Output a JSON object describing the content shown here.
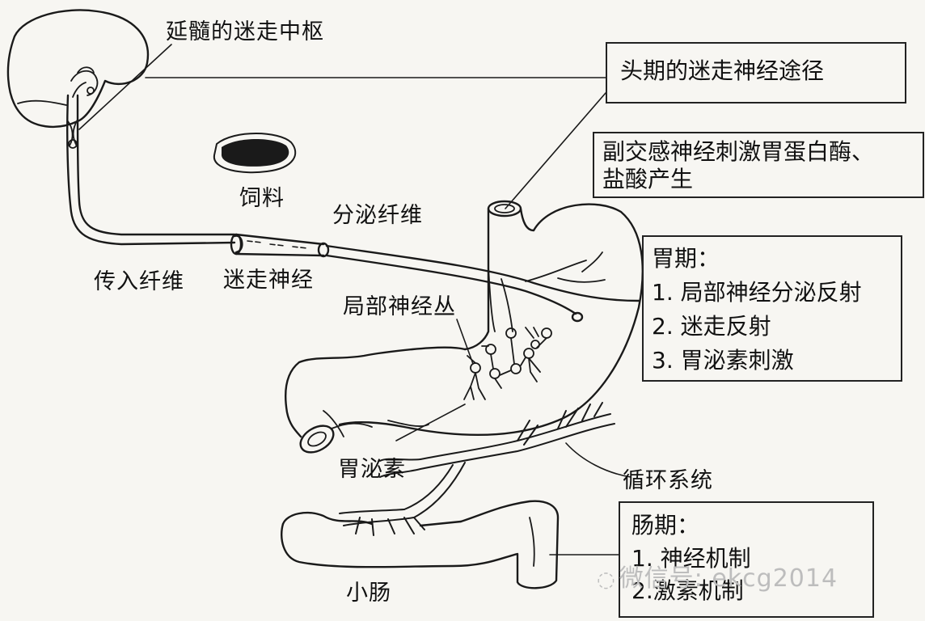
{
  "labels": {
    "medulla_center": "延髓的迷走中枢",
    "feed": "饲料",
    "secretory_fiber": "分泌纤维",
    "afferent_fiber": "传入纤维",
    "vagus_nerve": "迷走神经",
    "local_plexus": "局部神经丛",
    "gastrin": "胃泌素",
    "circulation": "循环系统",
    "small_intestine": "小肠"
  },
  "boxes": {
    "cephalic": {
      "title": "头期的迷走神经途径"
    },
    "parasympathetic": {
      "lines": [
        "副交感神经刺激胃蛋白酶、",
        "盐酸产生"
      ]
    },
    "gastric_phase": {
      "title": "胃期：",
      "items": [
        "1. 局部神经分泌反射",
        "2. 迷走反射",
        "3. 胃泌素刺激"
      ]
    },
    "intestinal_phase": {
      "title": "肠期：",
      "items": [
        "1. 神经机制",
        "2.激素机制"
      ]
    }
  },
  "watermark": {
    "icon": "wechat-icon",
    "text": "微信号: ekcg2014"
  }
}
